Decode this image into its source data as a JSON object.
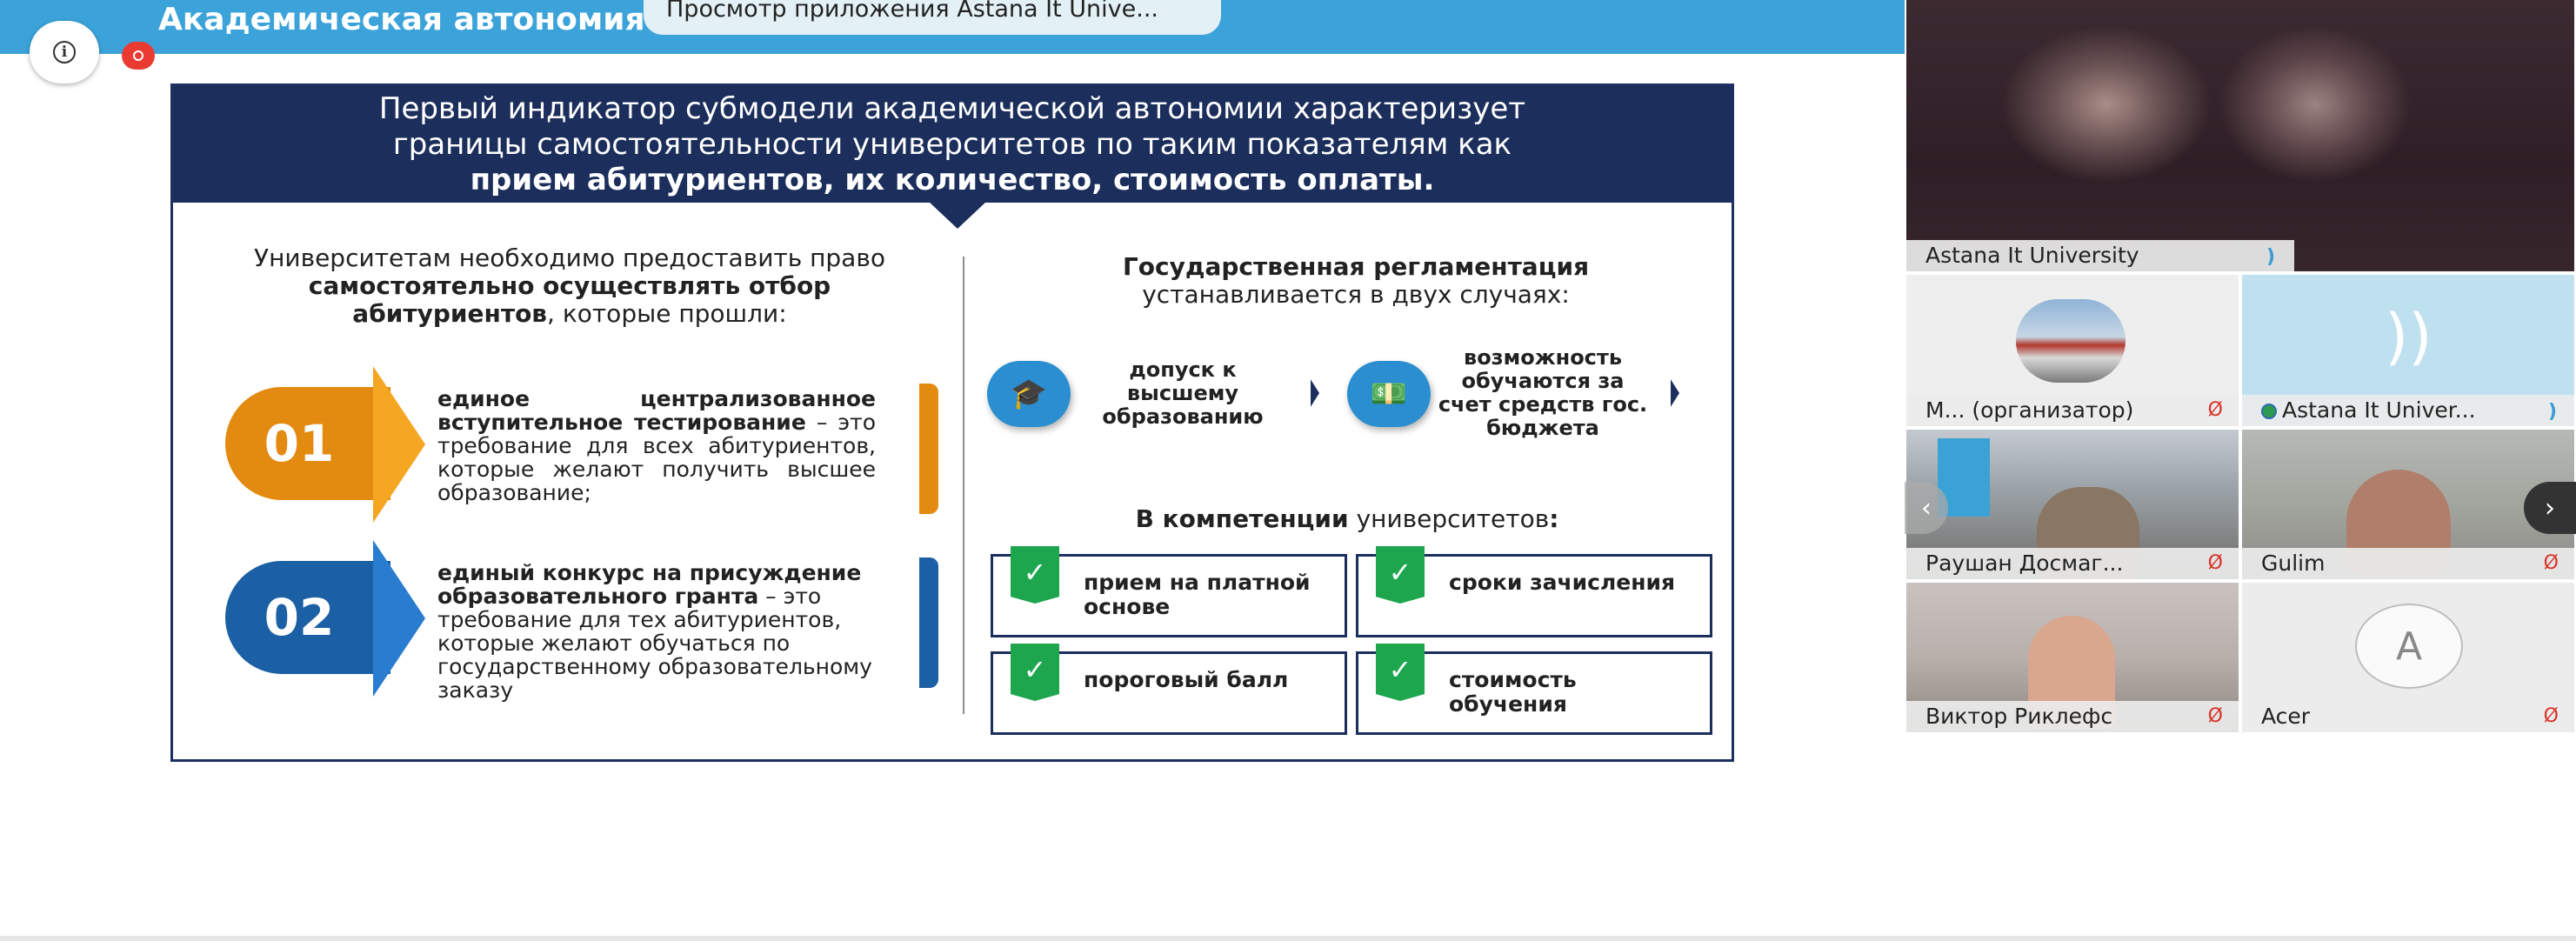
{
  "app": {
    "shared_title": "Академическая автономия",
    "preview_label": "Просмотр приложения",
    "preview_app": "Astana It Unive...",
    "info_icon": "info-icon",
    "recording_icon": "recording-icon"
  },
  "slide": {
    "header_line1": "Первый индикатор субмодели академической автономии характеризует",
    "header_line2": "границы самостоятельности университетов по таким показателям как",
    "header_line3": "прием абитуриентов, их количество, стоимость оплаты.",
    "left_intro_1": "Университетам необходимо предоставить право ",
    "left_intro_bold": "самостоятельно осуществлять отбор абитуриентов",
    "left_intro_2": ", которые прошли:",
    "badge1_num": "01",
    "badge1_bold": "единое централизованное вступительное тестирование",
    "badge1_rest": " – это требование для всех абитуриентов, которые желают получить высшее образование;",
    "badge2_num": "02",
    "badge2_bold": "единый конкурс на присуждение образовательного гранта",
    "badge2_rest": " – это требование для тех абитуриентов, которые желают обучаться по государственному образовательному заказу",
    "right_title_bold": "Государственная регламентация",
    "right_title_rest": "устанавливается в двух случаях:",
    "pill1_text": "допуск к высшему образованию",
    "pill1_icon": "graduation-cap-icon",
    "pill2_text": "возможность обучаются за счет средств гос. бюджета",
    "pill2_icon": "money-icon",
    "comp_title_bold": "В компетенции",
    "comp_title_rest": " университетов",
    "comp_title_colon": ":",
    "comp_items": [
      "прием на платной основе",
      "сроки зачисления",
      "пороговый балл",
      "стоимость обучения"
    ]
  },
  "participants": {
    "main": {
      "name": "Astana It University"
    },
    "tiles": [
      {
        "name": "М...  (организатор)",
        "muted": true
      },
      {
        "name": "Astana It Univer...",
        "speaking": true
      },
      {
        "name": "Раушан Досмаг...",
        "muted": true
      },
      {
        "name": "Gulim",
        "muted": true
      },
      {
        "name": "Виктор Риклефс",
        "muted": true
      },
      {
        "name": "Acer",
        "muted": true,
        "initial": "A"
      }
    ]
  },
  "colors": {
    "band": "#3ba3d9",
    "slide_navy": "#1c2f5c",
    "orange": "#e38a10",
    "blue": "#1b5fa4",
    "green": "#1ea64f",
    "muted_red": "#d9342b"
  }
}
